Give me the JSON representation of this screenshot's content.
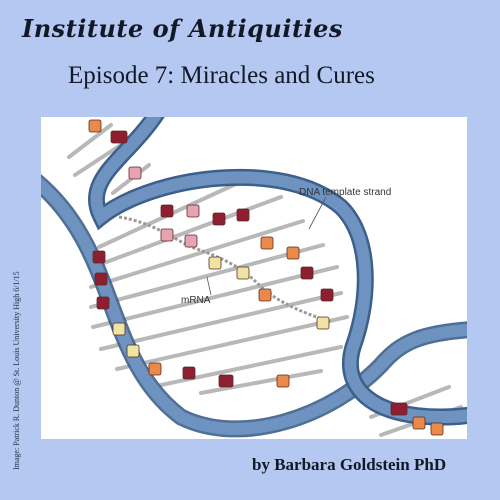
{
  "header": {
    "series_title": "Institute of Antiquities",
    "episode_title": "Episode 7: Miracles and Cures"
  },
  "illustration": {
    "labels": {
      "template_strand": "DNA  template strand",
      "mrna": "mRNA"
    }
  },
  "credit": "Image: Patrick R. Dunton @ St. Louis University High 6/1/15",
  "author": "by Barbara Goldstein PhD",
  "colors": {
    "background": "#b5c8f2",
    "helix": "#5f86b6",
    "rung": "#b8b8b8",
    "base_maroon": "#8e1f33",
    "base_orange": "#e9894a",
    "base_pink": "#e7a2b4",
    "base_cream": "#eee4a4"
  }
}
